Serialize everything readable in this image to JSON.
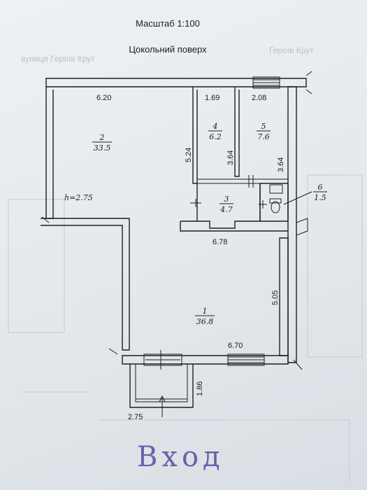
{
  "header": {
    "scale": "Масштаб 1:100",
    "floor": "Цокольний поверх"
  },
  "background_text": {
    "street_left": "вулиця Героїв Крут",
    "street_right": "Героїв Крут"
  },
  "dimensions": {
    "room2_top_width": "6.20",
    "room4_top_width": "1.69",
    "room5_top_width": "2.08",
    "room4_height": "3.64",
    "room5_height": "3.64",
    "room2_side": "5.24",
    "ceiling_height": "h=2.75",
    "corridor_width": "6.78",
    "room1_height": "5.05",
    "room1_bottom_width": "6.70",
    "porch_depth": "1.86",
    "porch_width": "2.75"
  },
  "rooms": [
    {
      "number": "1",
      "area": "36.8"
    },
    {
      "number": "2",
      "area": "33.5"
    },
    {
      "number": "3",
      "area": "4.7"
    },
    {
      "number": "4",
      "area": "6.2"
    },
    {
      "number": "5",
      "area": "7.6"
    },
    {
      "number": "6",
      "area": "1.5"
    }
  ],
  "handwriting": "Вход"
}
